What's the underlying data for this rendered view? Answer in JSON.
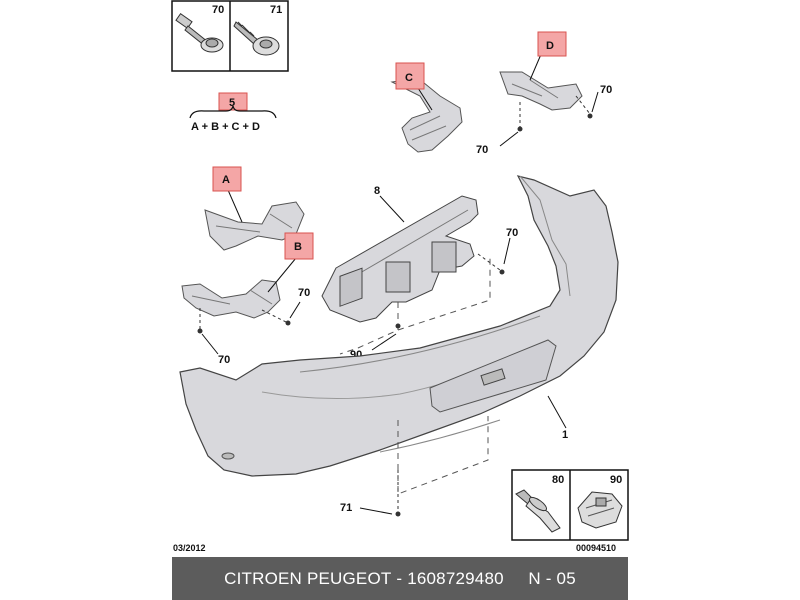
{
  "kit": {
    "ref": "5",
    "formula": "A + B + C + D"
  },
  "inset_top": {
    "left_ref": "70",
    "right_ref": "71"
  },
  "inset_bottom": {
    "left_ref": "80",
    "right_ref": "90"
  },
  "tags": {
    "a": "A",
    "b": "B",
    "c": "C",
    "d": "D"
  },
  "callouts": {
    "p70_d": "70",
    "p70_d2": "70",
    "p8": "8",
    "p70_mid": "70",
    "p70_b": "70",
    "p70_b2": "70",
    "p90": "90",
    "p1": "1",
    "p71": "71"
  },
  "date_code": "03/2012",
  "drawing_number": "00094510",
  "footer": {
    "brand": "CITROEN PEUGEOT",
    "separator": " - ",
    "part_number": "1608729480",
    "page": "N - 05"
  },
  "colors": {
    "tag_fill": "#f4a6a6",
    "tag_stroke": "#d9534f",
    "part_fill": "#d8d8dc",
    "part_stroke": "#555555",
    "footer_bg": "#5c5c5c"
  }
}
